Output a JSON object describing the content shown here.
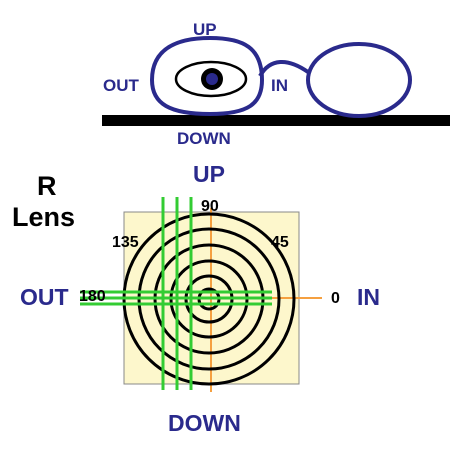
{
  "glasses_diagram": {
    "labels": {
      "up": "UP",
      "out": "OUT",
      "in": "IN",
      "down": "DOWN"
    }
  },
  "lens_diagram": {
    "title_line1": "R",
    "title_line2": "Lens",
    "directions": {
      "up": "UP",
      "out": "OUT",
      "in": "IN",
      "down": "DOWN"
    },
    "angles": {
      "a90": "90",
      "a135": "135",
      "a45": "45",
      "a0": "0",
      "a180": "180"
    }
  },
  "colors": {
    "frame_blue": "#2a2a8c",
    "label_blue": "#2a2a8c",
    "lens_background": "#fdf7cc",
    "axis_orange": "#f5a040",
    "grid_green": "#33cc33",
    "ring_black": "#000000"
  }
}
